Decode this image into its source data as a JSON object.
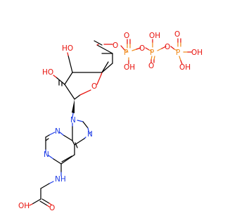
{
  "colors": {
    "carbon": "#000000",
    "oxygen": "#e8120c",
    "nitrogen": "#1f3de6",
    "phosphorus": "#f08c1f",
    "background": "#ffffff"
  },
  "labels": {
    "ho_ribose_top": "HO",
    "ho_ribose_left": "HO",
    "ring_o": "O",
    "o_ch2": "O",
    "p1": "P",
    "p1_o_top": "O",
    "p1_oh": "OH",
    "o_bridge1": "O",
    "p2": "P",
    "p2_oh": "OH",
    "p2_o_bottom": "O",
    "o_bridge2": "O",
    "p3": "P",
    "p3_o_top": "O",
    "p3_oh_top": "OH",
    "p3_oh_bottom": "OH",
    "n9": "N",
    "n3": "N",
    "n1": "N",
    "n7": "N",
    "nh": "NH",
    "acid_oh": "OH",
    "acid_o": "O"
  }
}
